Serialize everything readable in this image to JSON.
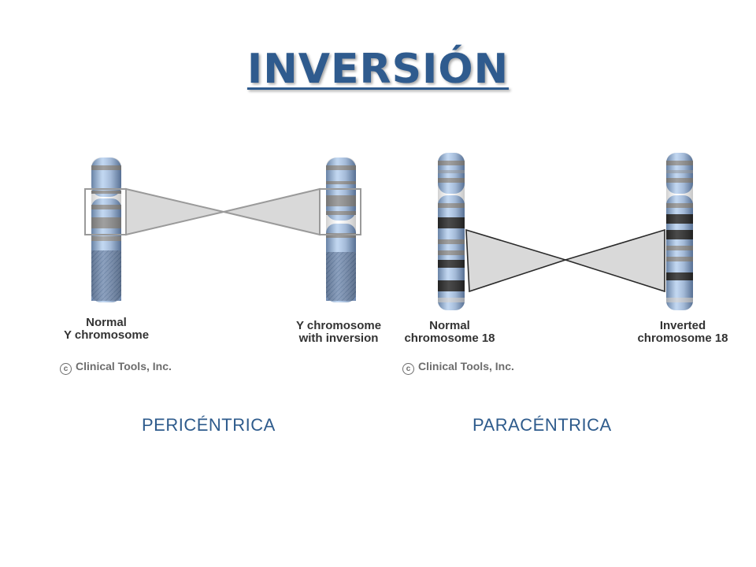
{
  "title": "INVERSIÓN",
  "left_figure": {
    "label_normal": [
      "Normal",
      "Y chromosome"
    ],
    "label_inverted": [
      "Y chromosome",
      "with inversion"
    ],
    "copyright": "Clinical Tools, Inc.",
    "caption": "PERICÉNTRICA"
  },
  "right_figure": {
    "label_normal": [
      "Normal",
      "chromosome 18"
    ],
    "label_inverted": [
      "Inverted",
      "chromosome 18"
    ],
    "copyright": "Clinical Tools, Inc.",
    "caption": "PARACÉNTRICA"
  },
  "colors": {
    "title": "#2f5b8e",
    "chromosome_base": "#a8c5ea",
    "band_gray": "#8f8f8f",
    "band_dark": "#2a2a2a",
    "heterochromatin": "#6f86a8",
    "caption": "#2e5b8c"
  }
}
